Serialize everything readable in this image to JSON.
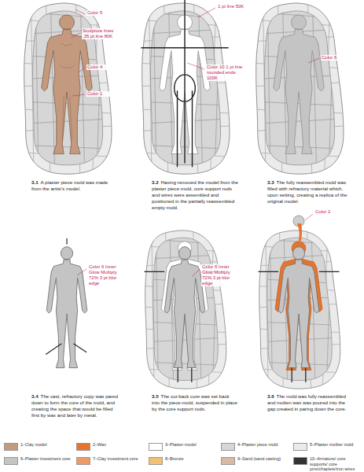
{
  "diagram": {
    "labels": [
      "Color 5",
      "Sculpture lines .35 pt line 80K",
      "Color 4",
      "Color 1",
      "1 pt line 50K",
      "Color 10 1 pt line rounded ends 100K",
      "Color 6",
      "Color 6 Inner Glow Multiply 72% 3 pt blur edge",
      "Color 6 Inner Glow Multiply 72% 3 pt blur edge",
      "Color 2",
      "3.1",
      "A plaster piece mold was made from the artist’s model.",
      "3.2",
      "Having removed the model from the plaster piece mold, core support rods and wires were assembled and positioned in the partially reassembled empty mold.",
      "3.3",
      "The fully reassembled mold was filled with refractory material which, upon setting, creating a replica of the original model.",
      "3.4",
      "The cast, refractory copy was pared down to form the core of the mold, and creating the space that would be filled first by wax and later by metal.",
      "3.5",
      "The cut-back core was set back into the piece-mold, suspended in place by the core support rods.",
      "3.6",
      "The mold was fully reassembled and molten wax was poured into the gap created in paring down the core."
    ],
    "legend": [
      {
        "text": "1–Clay model",
        "color": "#c49a7e"
      },
      {
        "text": "2–Wax",
        "color": "#e8742c"
      },
      {
        "text": "3–Plaster model",
        "color": "#ffffff"
      },
      {
        "text": "4–Plaster piece mold",
        "color": "#d6d6d6"
      },
      {
        "text": "5–Plaster mother mold",
        "color": "#ebebeb"
      },
      {
        "text": "6–Plaster investment core",
        "color": "#c4c4c4"
      },
      {
        "text": "7–Clay investment core",
        "color": "#ec9a66"
      },
      {
        "text": "8–Bronze",
        "color": "#f2c070"
      },
      {
        "text": "9–Sand (sand casting)",
        "color": "#d9b8a8"
      },
      {
        "text": "10–Armature/ core supports/ core pins/chaplets/iron wires",
        "color": "#333333"
      }
    ]
  }
}
